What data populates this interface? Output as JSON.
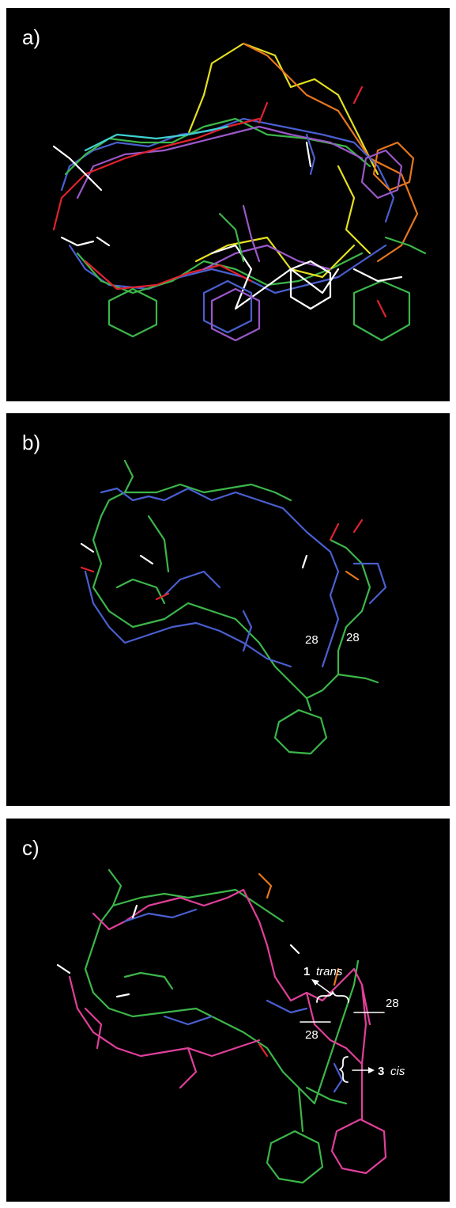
{
  "panels": {
    "a": {
      "label": "a)"
    },
    "b": {
      "label": "b)",
      "residue_left": "28",
      "residue_right": "28"
    },
    "c": {
      "label": "c)",
      "residue_upper": "28",
      "residue_lower": "28",
      "trans_number": "1",
      "trans_word": "trans",
      "cis_number": "3",
      "cis_word": "cis"
    }
  },
  "colors": {
    "background": "#000000",
    "green": "#3cb64a",
    "blue": "#4a5fd0",
    "red": "#e0232d",
    "white": "#ffffff",
    "yellow": "#e4e020",
    "orange": "#e8771e",
    "purple": "#9a58c8",
    "magenta": "#e0409a",
    "cyan": "#40d0d0"
  }
}
